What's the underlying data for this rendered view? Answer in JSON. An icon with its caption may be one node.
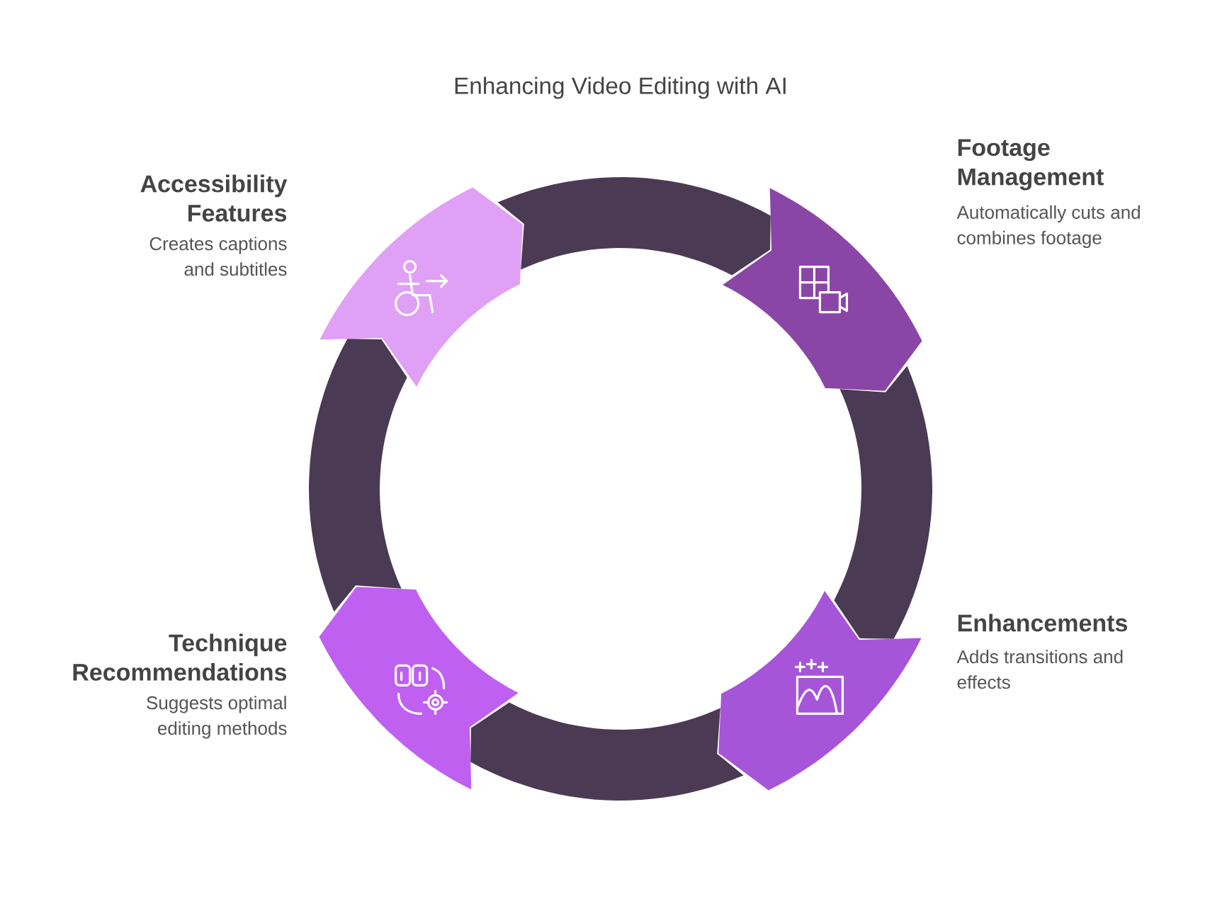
{
  "diagram": {
    "title": "Enhancing Video Editing with AI",
    "nodes": [
      {
        "text": [
          "Footage Management",
          "Automatically cuts and combines footage"
        ]
      },
      {
        "text": [
          "Enhancements",
          "Adds transitions and effects"
        ]
      },
      {
        "text": [
          "Technique Recommendations",
          "Suggests optimal editing methods"
        ]
      },
      {
        "text": [
          "Accessibility Features",
          "Creates captions and subtitles"
        ]
      }
    ],
    "edges": [
      {
        "from": 0,
        "to": 1,
        "arrow": "none",
        "style": "thick"
      },
      {
        "from": 1,
        "to": 2,
        "arrow": "none",
        "style": "thick"
      },
      {
        "from": 2,
        "to": 3,
        "arrow": "none",
        "style": "thick"
      },
      {
        "from": 3,
        "to": 0,
        "arrow": "none",
        "style": "thick"
      }
    ]
  }
}
